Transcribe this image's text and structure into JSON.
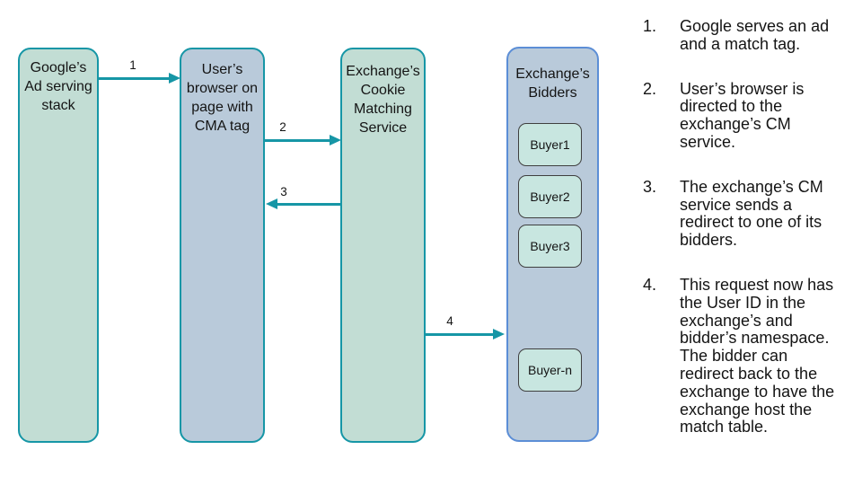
{
  "diagram": {
    "lanes": [
      {
        "id": "google",
        "label": "Google’s\nAd serving\nstack"
      },
      {
        "id": "browser",
        "label": "User’s\nbrowser on\npage with\nCMA tag"
      },
      {
        "id": "cms",
        "label": "Exchange’s\nCookie\nMatching\nService"
      },
      {
        "id": "bidders",
        "label": "Exchange’s\nBidders"
      }
    ],
    "bidders": [
      "Buyer1",
      "Buyer2",
      "Buyer3",
      "Buyer-n"
    ],
    "arrows": [
      {
        "label": "1",
        "from": "google",
        "to": "browser",
        "direction": "right"
      },
      {
        "label": "2",
        "from": "browser",
        "to": "cms",
        "direction": "right"
      },
      {
        "label": "3",
        "from": "cms",
        "to": "browser",
        "direction": "left"
      },
      {
        "label": "4",
        "from": "cms",
        "to": "bidders",
        "direction": "right"
      }
    ]
  },
  "steps": [
    {
      "num": "1.",
      "text": "Google serves an ad\nand a match tag."
    },
    {
      "num": "2.",
      "text": "User’s browser is\ndirected to the\nexchange’s CM\nservice."
    },
    {
      "num": "3.",
      "text": "The exchange’s CM\nservice sends a\nredirect to one of its\nbidders."
    },
    {
      "num": "4.",
      "text": "This request now has\nthe User ID in the\nexchange’s and\nbidder’s namespace.\nThe bidder can\nredirect back to the\nexchange to have the\nexchange host the\nmatch table."
    }
  ],
  "colors": {
    "lane_green_fill": "#c2ddd4",
    "lane_blue_fill": "#b9cada",
    "teal_border_arrow": "#1696a6",
    "bidders_border_blue": "#5c8ed6",
    "buyer_fill": "#c8e6e0",
    "buyer_border": "#3f3f3f",
    "text": "#141414",
    "background": "#ffffff"
  }
}
